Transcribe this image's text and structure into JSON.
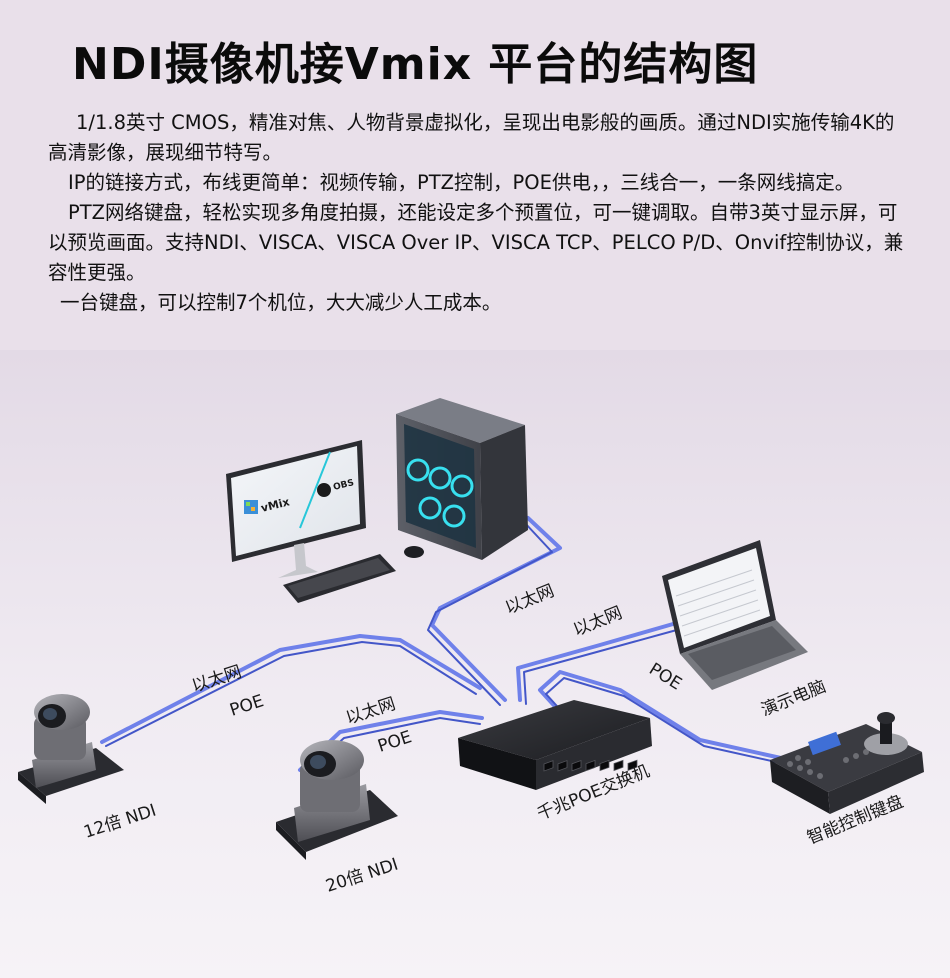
{
  "title": "NDI摄像机接Vmix 平台的结构图",
  "description": [
    "1/1.8英寸 CMOS，精准对焦、人物背景虚拟化，呈现出电影般的画质。通过NDI实施传输4K的高清影像，展现细节特写。",
    "IP的链接方式，布线更简单：视频传输，PTZ控制，POE供电，，三线合一，一条网线搞定。",
    "PTZ网络键盘，轻松实现多角度拍摄，还能设定多个预置位，可一键调取。自带3英寸显示屏，可以预览画面。支持NDI、VISCA、VISCA Over IP、VISCA TCP、PELCO P/D、Onvif控制协议，兼容性更强。",
    "一台键盘，可以控制7个机位，大大减少人工成本。"
  ],
  "monitor": {
    "app1": "vMix",
    "app2": "OBS"
  },
  "labels": {
    "pc_ethernet": "以太网",
    "laptop_ethernet": "以太网",
    "laptop_poe": "POE",
    "laptop": "演示电脑",
    "cam12_ethernet": "以太网",
    "cam12_poe": "POE",
    "cam20_ethernet": "以太网",
    "cam20_poe": "POE",
    "switch": "千兆POE交换机",
    "keyboard": "智能控制键盘",
    "cam12": "12倍 NDI",
    "cam20": "20倍 NDI"
  },
  "colors": {
    "cable": "#5b6fe0",
    "cable_dark": "#3c4fc4",
    "device_gray": "#6c6c70",
    "switch_black": "#26272b",
    "accent_cyan": "#27c7d9"
  }
}
